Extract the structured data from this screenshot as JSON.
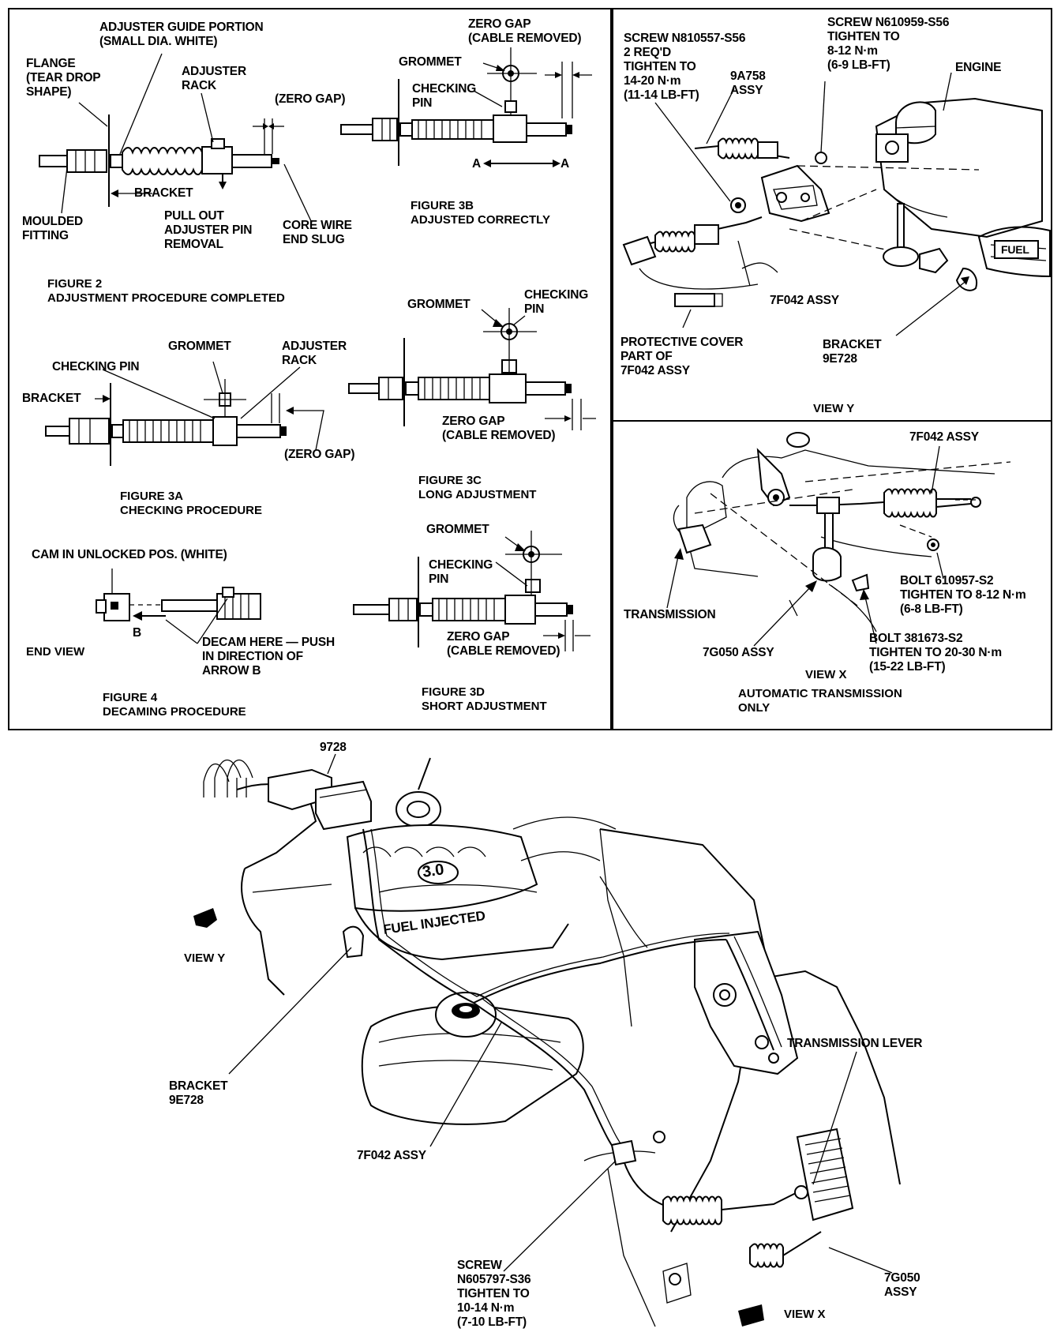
{
  "fig2": {
    "adjuster_guide": "ADJUSTER GUIDE PORTION\n(SMALL DIA. WHITE)",
    "flange": "FLANGE\n(TEAR DROP\nSHAPE)",
    "adjuster_rack": "ADJUSTER\nRACK",
    "zero_gap": "(ZERO GAP)",
    "bracket": "BRACKET",
    "moulded_fitting": "MOULDED\nFITTING",
    "pull_out": "PULL OUT\nADJUSTER PIN\nREMOVAL",
    "core_wire": "CORE WIRE\nEND SLUG",
    "caption": "FIGURE 2\nADJUSTMENT PROCEDURE COMPLETED"
  },
  "fig3b": {
    "zero_gap": "ZERO GAP\n(CABLE REMOVED)",
    "grommet": "GROMMET",
    "checking_pin": "CHECKING\nPIN",
    "arrow_a_left": "A",
    "arrow_a_right": "A",
    "caption": "FIGURE 3B\nADJUSTED CORRECTLY"
  },
  "fig3a": {
    "grommet": "GROMMET",
    "adjuster_rack": "ADJUSTER\nRACK",
    "checking_pin": "CHECKING PIN",
    "bracket": "BRACKET",
    "zero_gap": "(ZERO GAP)",
    "caption": "FIGURE 3A\nCHECKING PROCEDURE"
  },
  "fig3c": {
    "grommet": "GROMMET",
    "checking_pin": "CHECKING\nPIN",
    "zero_gap": "ZERO GAP\n(CABLE REMOVED)",
    "caption": "FIGURE 3C\nLONG ADJUSTMENT"
  },
  "fig4": {
    "cam": "CAM IN UNLOCKED POS. (WHITE)",
    "arrow_b": "B",
    "end_view": "END VIEW",
    "decam": "DECAM HERE — PUSH\nIN DIRECTION OF\nARROW B",
    "caption": "FIGURE 4\nDECAMING PROCEDURE"
  },
  "fig3d": {
    "grommet": "GROMMET",
    "checking_pin": "CHECKING\nPIN",
    "zero_gap": "ZERO GAP\n(CABLE REMOVED)",
    "caption": "FIGURE 3D\nSHORT ADJUSTMENT"
  },
  "viewy": {
    "screw1": "SCREW N810557-S56\n2 REQ'D\nTIGHTEN TO\n14-20 N·m\n(11-14 LB-FT)",
    "screw2": "SCREW N610959-S56\nTIGHTEN TO\n8-12 N·m\n(6-9 LB-FT)",
    "engine": "ENGINE",
    "part_9a758": "9A758\nASSY",
    "part_7f042": "7F042 ASSY",
    "protective_cover": "PROTECTIVE COVER\nPART OF\n7F042 ASSY",
    "bracket": "BRACKET\n9E728",
    "title": "VIEW Y",
    "fuel_text": "FUEL"
  },
  "viewx": {
    "part_7f042": "7F042 ASSY",
    "bolt1": "BOLT 610957-S2\nTIGHTEN TO 8-12 N·m\n(6-8 LB-FT)",
    "transmission": "TRANSMISSION",
    "part_7g050": "7G050 ASSY",
    "bolt2": "BOLT 381673-S2\nTIGHTEN TO 20-30 N·m\n(15-22 LB-FT)",
    "title": "VIEW X",
    "caption": "AUTOMATIC TRANSMISSION\nONLY"
  },
  "main": {
    "part_9728": "9728",
    "view_y": "VIEW Y",
    "bracket": "BRACKET\n9E728",
    "transmission_lever": "TRANSMISSION LEVER",
    "part_7f042": "7F042 ASSY",
    "screw": "SCREW\nN605797-S36\nTIGHTEN TO\n10-14 N·m\n(7-10 LB-FT)",
    "part_7g050": "7G050\nASSY",
    "view_x": "VIEW X",
    "engine_text": "FUEL INJECTED",
    "displacement": "3.0"
  }
}
